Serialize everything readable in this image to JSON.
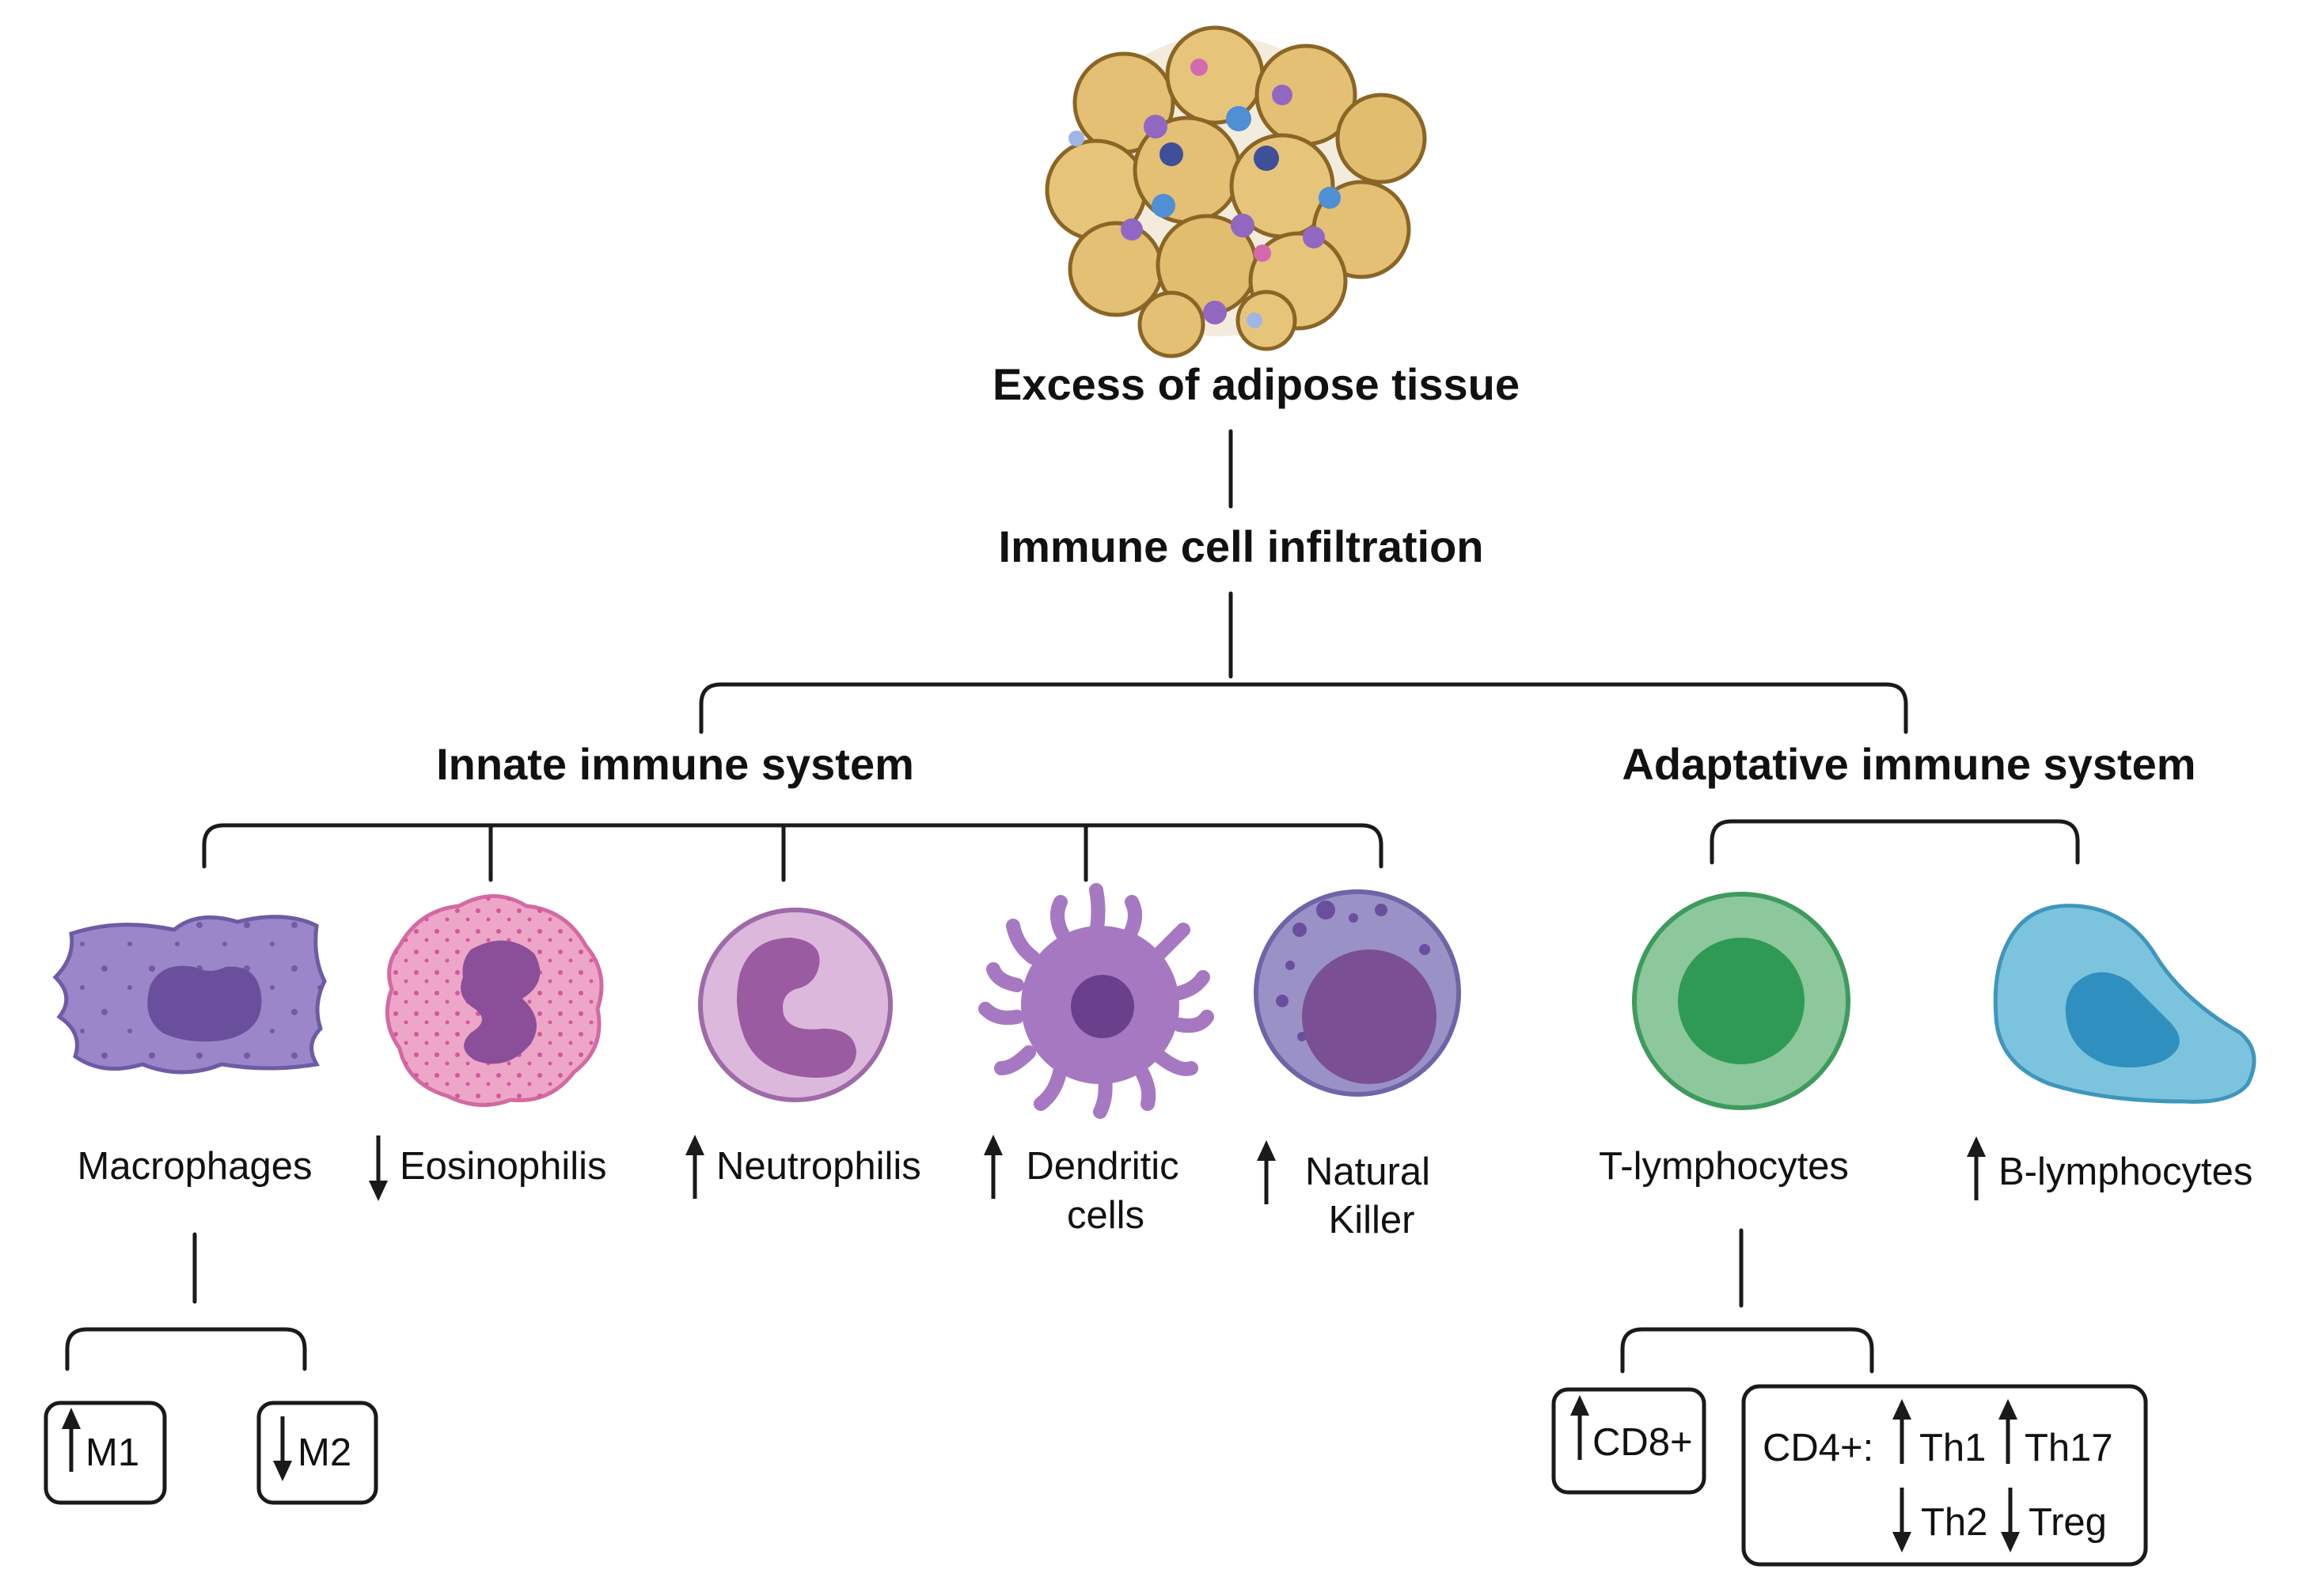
{
  "title": "Excess of adipose tissue",
  "subtitle": "Immune cell infiltration",
  "branches": {
    "innate": "Innate immune system",
    "adaptive": "Adaptative immune system"
  },
  "cells": {
    "macrophages": "Macrophages",
    "eosinophils": "Eosinophilis",
    "neutrophils": "Neutrophilis",
    "dendritic_line1": "Dendritic",
    "dendritic_line2": "cells",
    "nk_line1": "Natural",
    "nk_line2": "Killer",
    "t_lymphocytes": "T-lymphocytes",
    "b_lymphocytes": "B-lymphocytes"
  },
  "subsets": {
    "m1": "M1",
    "m2": "M2",
    "cd8": "CD8+",
    "cd4": "CD4+:",
    "th1": "Th1",
    "th17": "Th17",
    "th2": "Th2",
    "treg": "Treg"
  },
  "trends": {
    "eosinophils": "down",
    "neutrophils": "up",
    "dendritic": "up",
    "nk": "up",
    "b_lymphocytes": "up",
    "m1": "up",
    "m2": "down",
    "cd8": "up",
    "th1": "up",
    "th17": "up",
    "th2": "down",
    "treg": "down"
  },
  "colors": {
    "adipocyte": "#e3c073",
    "macrophage": "#9a86c8",
    "eosinophil": "#eda6c8",
    "neutrophil": "#ddb8dd",
    "dendritic": "#a678c2",
    "natural_killer": "#9a92c6",
    "t_lymphocyte": "#8cc89b",
    "b_lymphocyte": "#7cc4dd"
  }
}
